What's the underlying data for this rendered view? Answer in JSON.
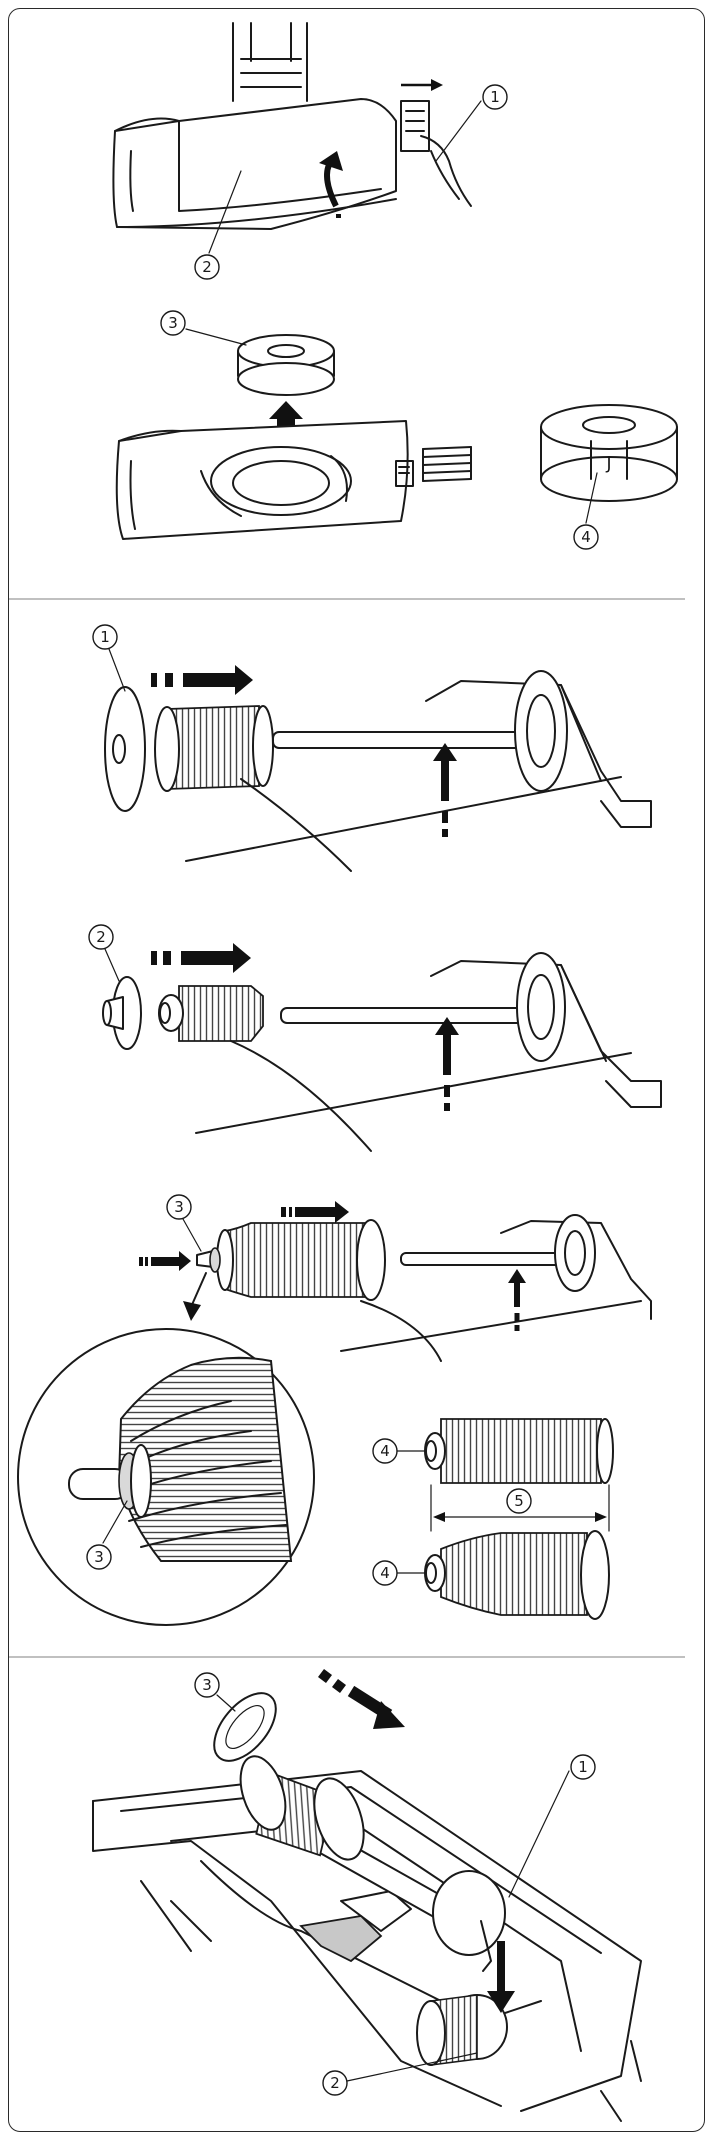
{
  "callouts": {
    "s1": {
      "c1": "1",
      "c2": "2",
      "c3": "3",
      "c4": "4"
    },
    "s2a": {
      "c1": "1"
    },
    "s2b": {
      "c2": "2"
    },
    "s2c": {
      "c3": "3",
      "c3b": "3",
      "c4a": "4",
      "c4b": "4",
      "c5": "5"
    },
    "s3": {
      "c1": "1",
      "c2": "2",
      "c3": "3"
    }
  },
  "bobbin": {
    "letter": "J"
  }
}
